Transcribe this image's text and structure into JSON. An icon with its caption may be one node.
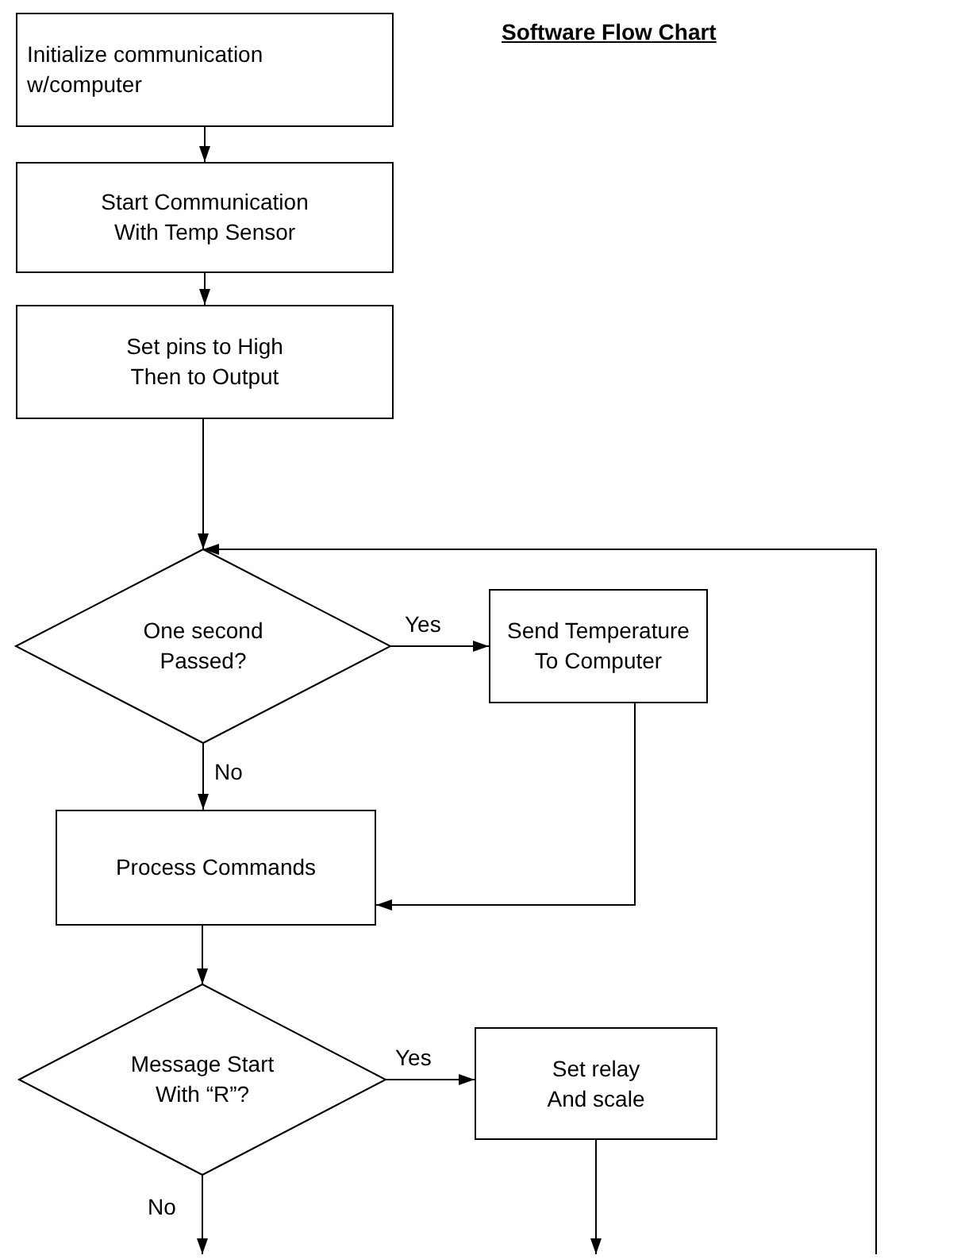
{
  "diagram": {
    "title": "Software Flow Chart",
    "nodes": [
      {
        "text": [
          "Initialize communication w/computer"
        ]
      },
      {
        "text": [
          "Start Communication With Temp Sensor"
        ]
      },
      {
        "text": [
          "Set pins to High Then to Output"
        ]
      },
      {
        "text": [
          "One second Passed?"
        ]
      },
      {
        "text": [
          "Send Temperature To Computer"
        ]
      },
      {
        "text": [
          "Process Commands"
        ]
      },
      {
        "text": [
          "Message Start With “R”?"
        ]
      },
      {
        "text": [
          "Set relay And scale"
        ]
      }
    ],
    "edges": [
      {
        "from": 0,
        "to": 1,
        "arrow": "to"
      },
      {
        "from": 1,
        "to": 2,
        "arrow": "to"
      },
      {
        "from": 2,
        "to": 3,
        "arrow": "to"
      },
      {
        "from": 3,
        "to": 4,
        "arrow": "to",
        "label": "Yes"
      },
      {
        "from": 3,
        "to": 5,
        "arrow": "to",
        "label": "No"
      },
      {
        "from": 4,
        "to": 5,
        "arrow": "to"
      },
      {
        "from": 5,
        "to": 6,
        "arrow": "to"
      },
      {
        "from": 6,
        "to": 7,
        "arrow": "to",
        "label": "Yes"
      },
      {
        "from": 6,
        "to": null,
        "arrow": "to",
        "label": "No"
      },
      {
        "from": 7,
        "to": null,
        "arrow": "to"
      },
      {
        "from": null,
        "to": 3,
        "arrow": "to"
      }
    ]
  }
}
